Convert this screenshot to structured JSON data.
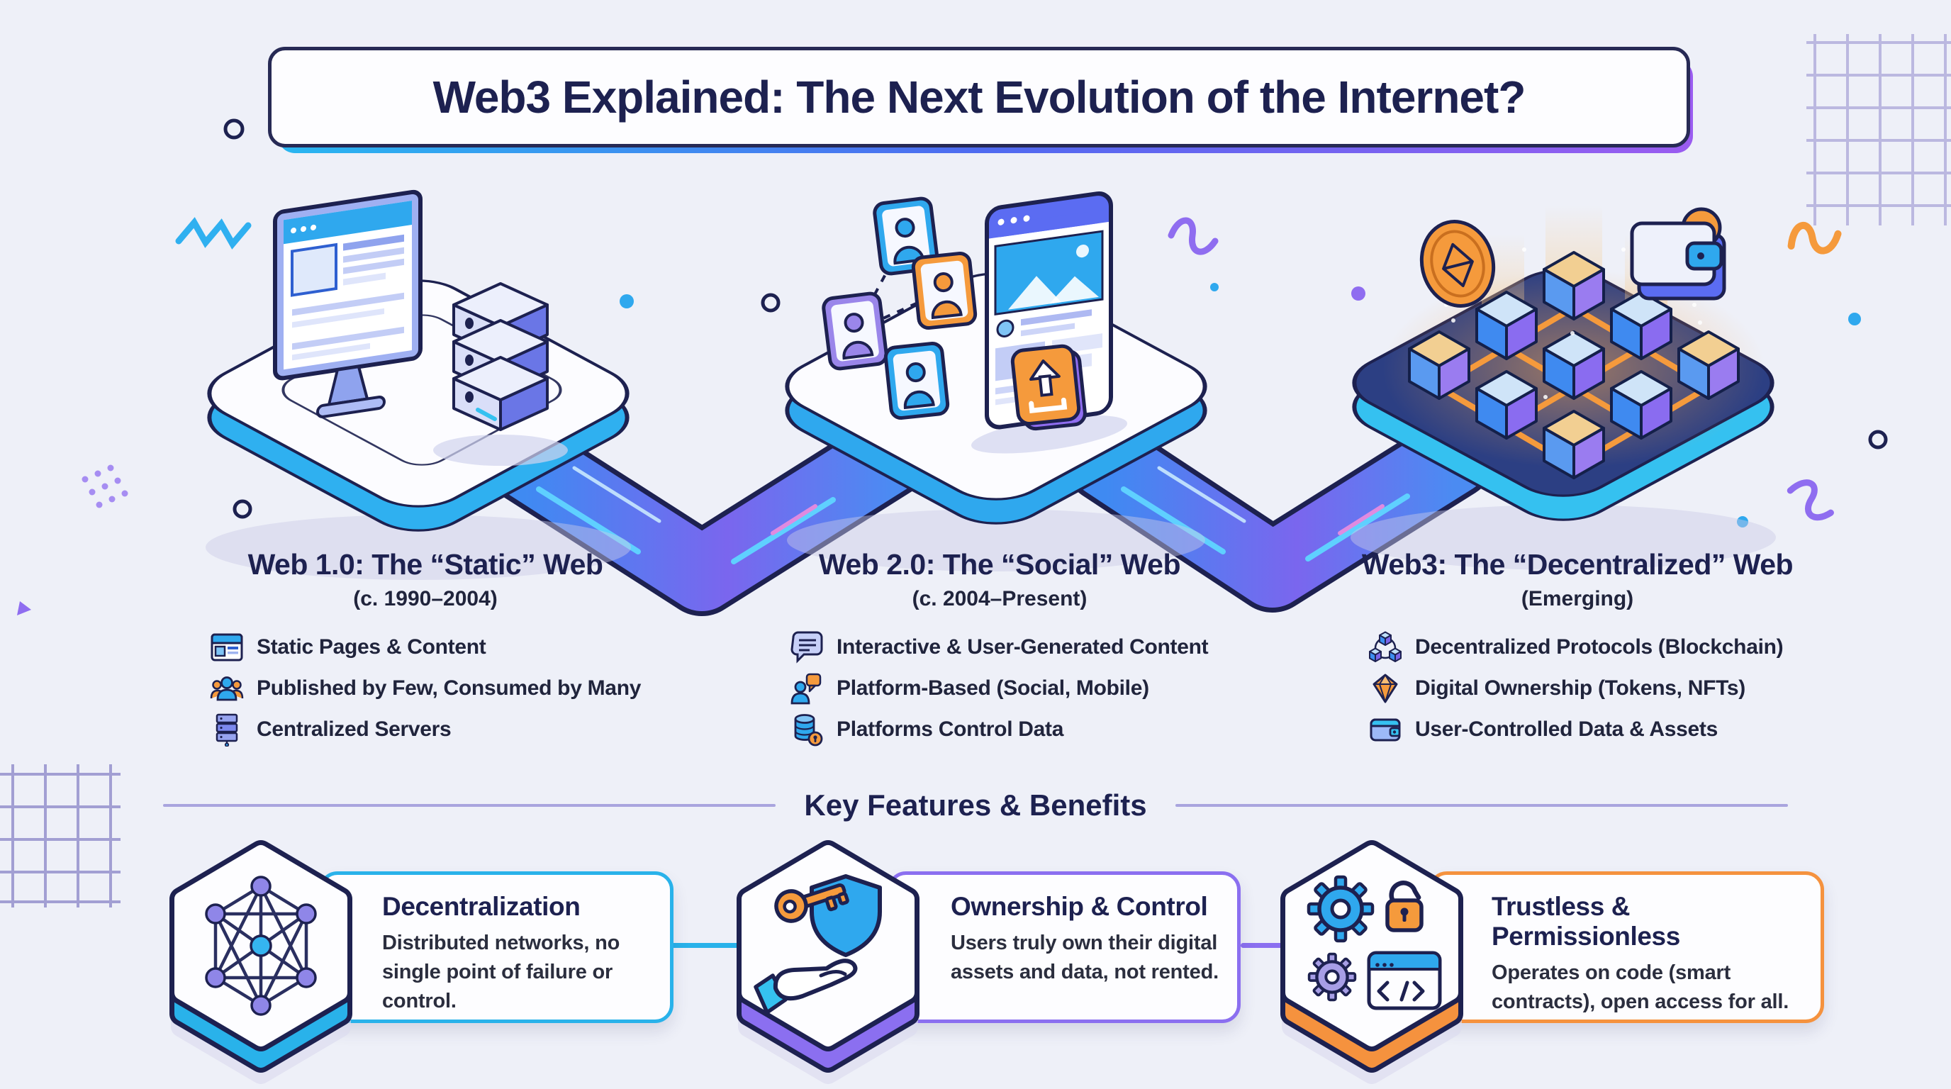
{
  "page": {
    "title": "Web3 Explained: The Next Evolution of the Internet?"
  },
  "eras": [
    {
      "title": "Web 1.0: The “Static” Web",
      "period": "(c. 1990–2004)",
      "bullets": [
        {
          "icon": "browser-window-icon",
          "label": "Static Pages & Content"
        },
        {
          "icon": "user-group-icon",
          "label": "Published by Few, Consumed by Many"
        },
        {
          "icon": "server-stack-icon",
          "label": "Centralized Servers"
        }
      ]
    },
    {
      "title": "Web 2.0: The “Social” Web",
      "period": "(c. 2004–Present)",
      "bullets": [
        {
          "icon": "comment-bubble-icon",
          "label": "Interactive & User-Generated Content"
        },
        {
          "icon": "user-chat-icon",
          "label": "Platform-Based (Social, Mobile)"
        },
        {
          "icon": "database-lock-icon",
          "label": "Platforms Control Data"
        }
      ]
    },
    {
      "title": "Web3: The “Decentralized” Web",
      "period": "(Emerging)",
      "bullets": [
        {
          "icon": "blockchain-cubes-icon",
          "label": "Decentralized Protocols (Blockchain)"
        },
        {
          "icon": "diamond-icon",
          "label": "Digital Ownership (Tokens, NFTs)"
        },
        {
          "icon": "wallet-icon",
          "label": "User-Controlled Data & Assets"
        }
      ]
    }
  ],
  "features_section": {
    "heading": "Key Features & Benefits",
    "cards": [
      {
        "icon": "network-graph-icon",
        "title": "Decentralization",
        "description": "Distributed networks, no single point of failure or control.",
        "accent": "#29b2ea"
      },
      {
        "icon": "key-shield-hand-icon",
        "title": "Ownership & Control",
        "description": "Users truly own their digital assets and data, not rented.",
        "accent": "#8b6ff0"
      },
      {
        "icon": "gears-code-icon",
        "title": "Trustless & Permissionless",
        "description": "Operates on code (smart contracts), open access for all.",
        "accent": "#f5923e"
      }
    ]
  },
  "colors": {
    "background": "#eef0f8",
    "ink": "#1d2150",
    "cyan": "#29b2ea",
    "blue": "#3f8af2",
    "purple": "#8b6ff0",
    "orange": "#f5923e"
  }
}
